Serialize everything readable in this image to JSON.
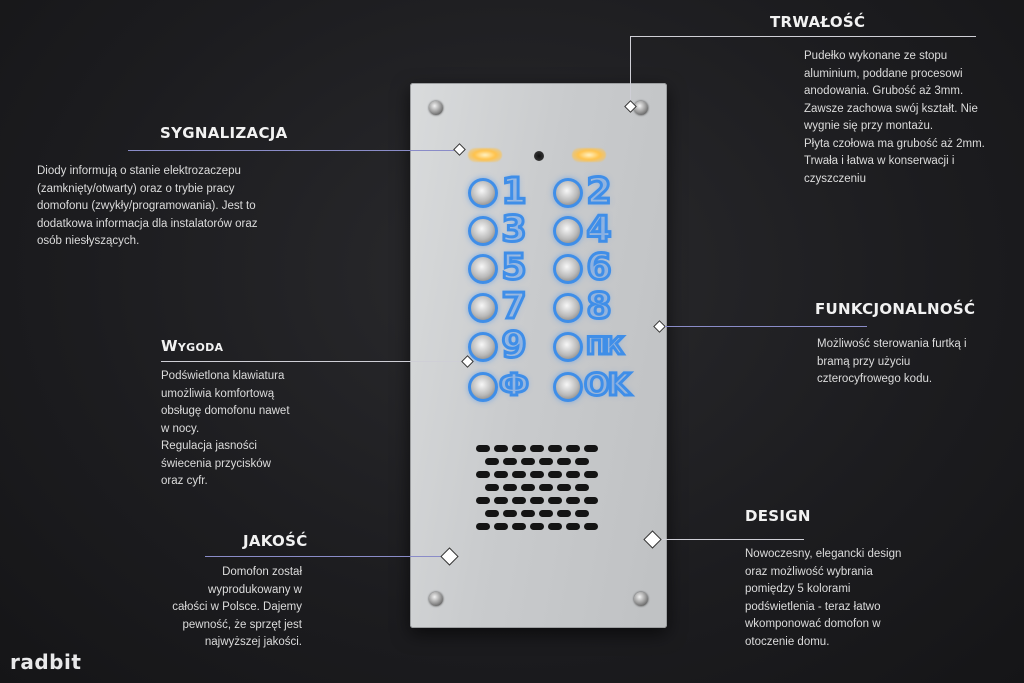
{
  "callouts": {
    "trwalosc": {
      "title": "TRWAŁOŚĆ",
      "lines": [
        "Pudełko wykonane ze stopu",
        "aluminium, poddane procesowi",
        "anodowania. Grubość aż 3mm.",
        "Zawsze zachowa swój kształt. Nie",
        "wygnie się przy montażu.",
        "Płyta czołowa ma grubość aż 2mm.",
        "Trwała i łatwa w konserwacji i",
        "czyszczeniu"
      ]
    },
    "sygnalizacja": {
      "title": "SYGNALIZACJA",
      "lines": [
        "Diody informują o stanie elektrozaczepu",
        "(zamknięty/otwarty) oraz o trybie pracy",
        "domofonu (zwykły/programowania). Jest to",
        "dodatkowa informacja dla instalatorów oraz",
        "osób niesłyszących."
      ]
    },
    "funkcjonalnosc": {
      "title": "FUNKCJONALNOŚĆ",
      "lines": [
        "Możliwość sterowania furtką i",
        "bramą przy użyciu",
        "czterocyfrowego kodu."
      ]
    },
    "wygoda": {
      "title": "Wygoda",
      "lines": [
        "Podświetlona klawiatura",
        "umożliwia komfortową",
        "obsługę domofonu nawet",
        "w nocy.",
        "Regulacja jasności",
        "świecenia przycisków",
        "oraz cyfr."
      ]
    },
    "design": {
      "title": "DESIGN",
      "lines": [
        "Nowoczesny, elegancki design",
        "oraz możliwość wybrania",
        "pomiędzy 5 kolorami",
        "podświetlenia - teraz łatwo",
        "wkomponować domofon w",
        "otoczenie domu."
      ]
    },
    "jakosc": {
      "title": "JAKOŚĆ",
      "lines": [
        "Domofon został",
        "wyprodukowany w",
        "całości w Polsce. Dajemy",
        "pewność, że sprzęt jest",
        "najwyższej jakości."
      ]
    }
  },
  "keypad": {
    "keys": [
      "1",
      "2",
      "3",
      "4",
      "5",
      "6",
      "7",
      "8",
      "9",
      "ПК",
      "Ф",
      "OK"
    ]
  },
  "logo": "radbit",
  "colors": {
    "background": "#1c1c1f",
    "panel": "#cfd1d3",
    "key_glow": "#3f8ee8",
    "led": "#ffc24a"
  }
}
